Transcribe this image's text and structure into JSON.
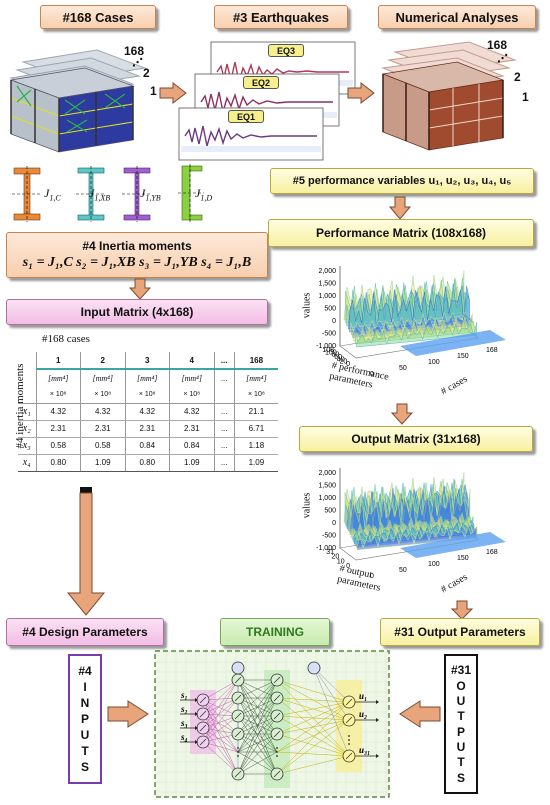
{
  "colors": {
    "peach": "#f8cfae",
    "yellow": "#f7f0a0",
    "pink": "#f2bde6",
    "green": "#c8ebae",
    "arrow": "#e8a57c"
  },
  "top": {
    "cases_title": "#168 Cases",
    "earthquakes_title": "#3 Earthquakes",
    "analyses_title": "Numerical Analyses",
    "cases_counter": {
      "n": "168",
      "dots": "⋰",
      "two": "2",
      "one": "1"
    },
    "eq_labels": [
      "EQ3",
      "EQ2",
      "EQ1"
    ]
  },
  "sections": {
    "inertia_labels": [
      "J",
      "J",
      "J",
      "J"
    ],
    "inertia_subs": [
      "1,C",
      "1,XB",
      "1,YB",
      "1,D"
    ],
    "inertia_title": "#4 Inertia moments",
    "inertia_formula": "s₁ = J₁,C   s₂ = J₁,XB   s₃ = J₁,YB   s₄ = J₁,B",
    "perf_vars": "#5 performance variables u₁, u₂, u₃, u₄, u₅",
    "perf_matrix": "Performance Matrix (108x168)",
    "input_matrix": "Input Matrix (4x168)",
    "output_matrix": "Output Matrix (31x168)",
    "design_params": "#4 Design Parameters",
    "training": "TRAINING",
    "output_params": "#31 Output Parameters",
    "inputs_letters": [
      "#4",
      "I",
      "N",
      "P",
      "U",
      "T",
      "S"
    ],
    "outputs_letters": [
      "#31",
      "O",
      "U",
      "T",
      "P",
      "U",
      "T",
      "S"
    ]
  },
  "table": {
    "cases_label": "#168 cases",
    "side_label": "#4 inertia moments",
    "headers": [
      "1",
      "2",
      "3",
      "4",
      "...",
      "168"
    ],
    "units": [
      "[mm⁴]",
      "[mm⁴]",
      "[mm⁴]",
      "[mm⁴]",
      "...",
      "[mm⁴]"
    ],
    "scale": [
      "× 10⁸",
      "× 10⁸",
      "× 10⁸",
      "× 10⁸",
      "",
      "× 10⁸"
    ],
    "rows": [
      {
        "label": "x₁",
        "values": [
          "4.32",
          "4.32",
          "4.32",
          "4.32",
          "...",
          "21.1"
        ]
      },
      {
        "label": "x₂",
        "values": [
          "2.31",
          "2.31",
          "2.31",
          "2.31",
          "...",
          "6.71"
        ]
      },
      {
        "label": "x₃",
        "values": [
          "0.58",
          "0.58",
          "0.84",
          "0.84",
          "...",
          "1.18"
        ]
      },
      {
        "label": "x₄",
        "values": [
          "0.80",
          "1.09",
          "0.80",
          "1.09",
          "...",
          "1.09"
        ]
      }
    ]
  },
  "plot1": {
    "zlabel": "values",
    "zticks": [
      "2,000",
      "1,500",
      "1,000",
      "500",
      "0",
      "-500",
      "-1,000"
    ],
    "yticks": [
      "108",
      "100",
      "80",
      "60",
      "40",
      "20",
      "0"
    ],
    "xticks": [
      "168",
      "150",
      "100",
      "50",
      "0"
    ],
    "ylabel": "# performance parameters",
    "xlabel": "# cases"
  },
  "plot2": {
    "zlabel": "values",
    "zticks": [
      "2,000",
      "1,500",
      "1,000",
      "500",
      "0",
      "-500",
      "-1,000"
    ],
    "yticks": [
      "31",
      "20",
      "10",
      "0"
    ],
    "xticks": [
      "168",
      "150",
      "100",
      "50",
      "0"
    ],
    "ylabel": "# output parameters",
    "xlabel": "# cases"
  },
  "network": {
    "inputs": [
      "s₁",
      "s₂",
      "s₃",
      "s₄"
    ],
    "outputs": [
      "u₁",
      "u₂",
      "u₃₁"
    ]
  }
}
